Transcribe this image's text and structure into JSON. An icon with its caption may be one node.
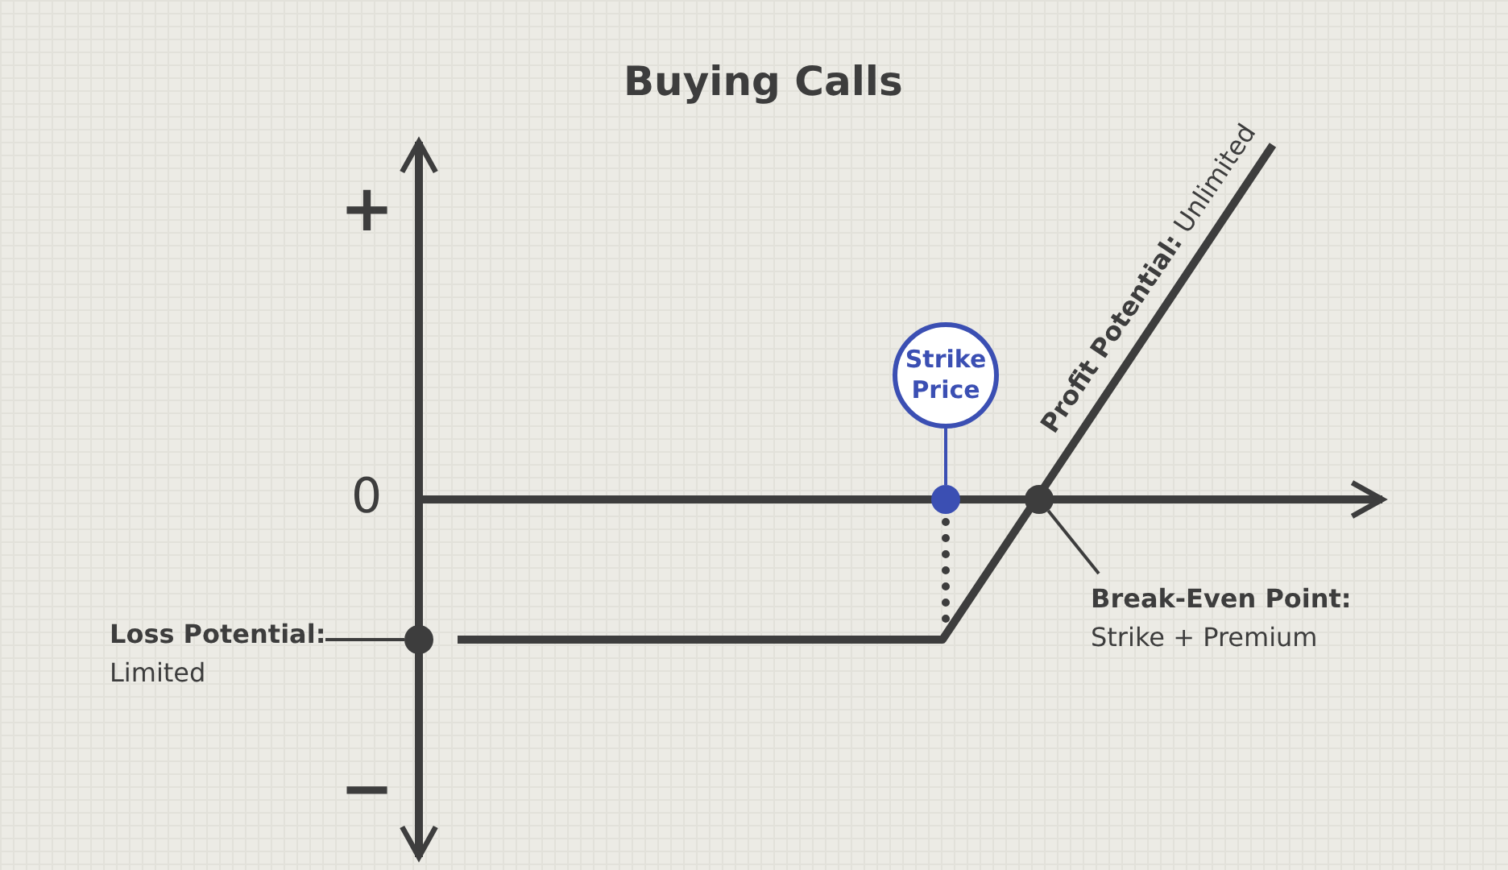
{
  "diagram": {
    "title": "Buying Calls",
    "nodes": [
      {
        "text": [
          "Strike Price"
        ]
      },
      {
        "text": [],
        "shape": "circle"
      },
      {
        "text": [
          "Loss Potential:",
          "Limited"
        ]
      },
      {
        "text": [],
        "shape": "circle"
      },
      {
        "text": [
          "Break-Even Point:",
          "Strike + Premium"
        ]
      },
      {
        "text": [],
        "shape": "circle"
      }
    ],
    "edges": [
      {
        "from": 0,
        "to": 1,
        "arrow": "none",
        "color": "#3b4fb3"
      },
      {
        "from": 2,
        "to": 3,
        "arrow": "none"
      },
      {
        "from": 4,
        "to": 5,
        "arrow": "none"
      }
    ],
    "labels": [
      "+",
      "0",
      "−",
      "**Profit Potential:** Unlimited"
    ]
  }
}
